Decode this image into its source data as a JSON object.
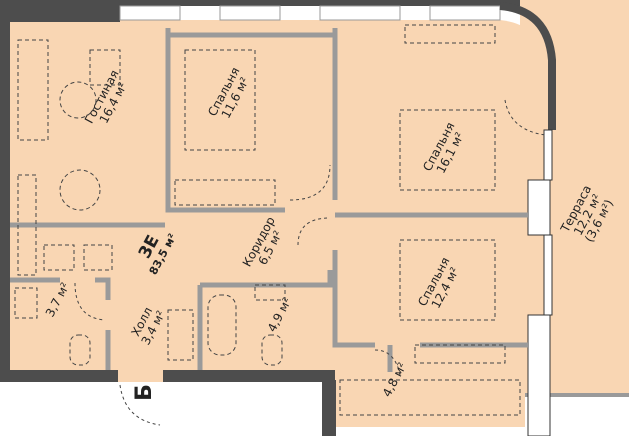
{
  "apartment": {
    "code": "3E",
    "area": "83,5 м²"
  },
  "rooms": [
    {
      "name": "Гостиная",
      "area": "16,4 м²"
    },
    {
      "name": "Спальня",
      "area": "11,6 м²"
    },
    {
      "name": "Спальня",
      "area": "16,1 м²"
    },
    {
      "name": "Терраса",
      "area": "12,2 м²",
      "area_reduced": "(3,6 м²)"
    },
    {
      "name": "Коридор",
      "area": "6,5 м²"
    },
    {
      "name": "Спальня",
      "area": "12,4 м²"
    },
    {
      "name": "",
      "area": "3,7 м²"
    },
    {
      "name": "Холл",
      "area": "3,4 м²"
    },
    {
      "name": "",
      "area": "4,9 м²"
    },
    {
      "name": "",
      "area": "4,8 м²"
    }
  ],
  "entrance_label": "Б",
  "colors": {
    "floor": "#f9d6b3",
    "outer_wall": "#4d4d4d",
    "inner_wall": "#9a9a9a"
  }
}
